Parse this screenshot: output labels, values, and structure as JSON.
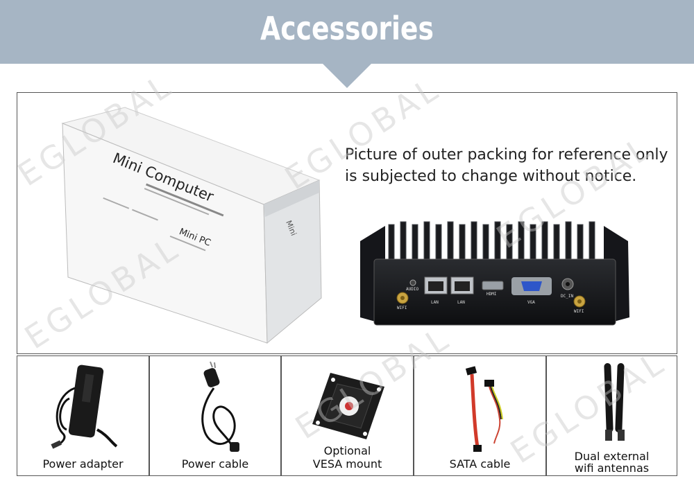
{
  "header": {
    "title": "Accessories"
  },
  "watermark": "EGLOBAL",
  "main": {
    "note_line1": "Picture of outer packing for reference only",
    "note_line2": "is subjected to change without notice.",
    "box": {
      "title": "Mini Computer",
      "subtitle": "Mini PC",
      "side": "Mini"
    },
    "pc_ports": {
      "audio": "AUDIO",
      "lan1": "LAN",
      "lan2": "LAN",
      "hdmi": "HDMI",
      "vga": "VGA",
      "dc": "DC_IN",
      "wifi_left": "WIFI",
      "wifi_right": "WIFI"
    }
  },
  "accessories": [
    {
      "line1": "Power adapter",
      "line2": ""
    },
    {
      "line1": "Power cable",
      "line2": ""
    },
    {
      "line1": "Optional",
      "line2": "VESA mount"
    },
    {
      "line1": "SATA cable",
      "line2": ""
    },
    {
      "line1": "Dual external",
      "line2": "wifi antennas"
    }
  ]
}
